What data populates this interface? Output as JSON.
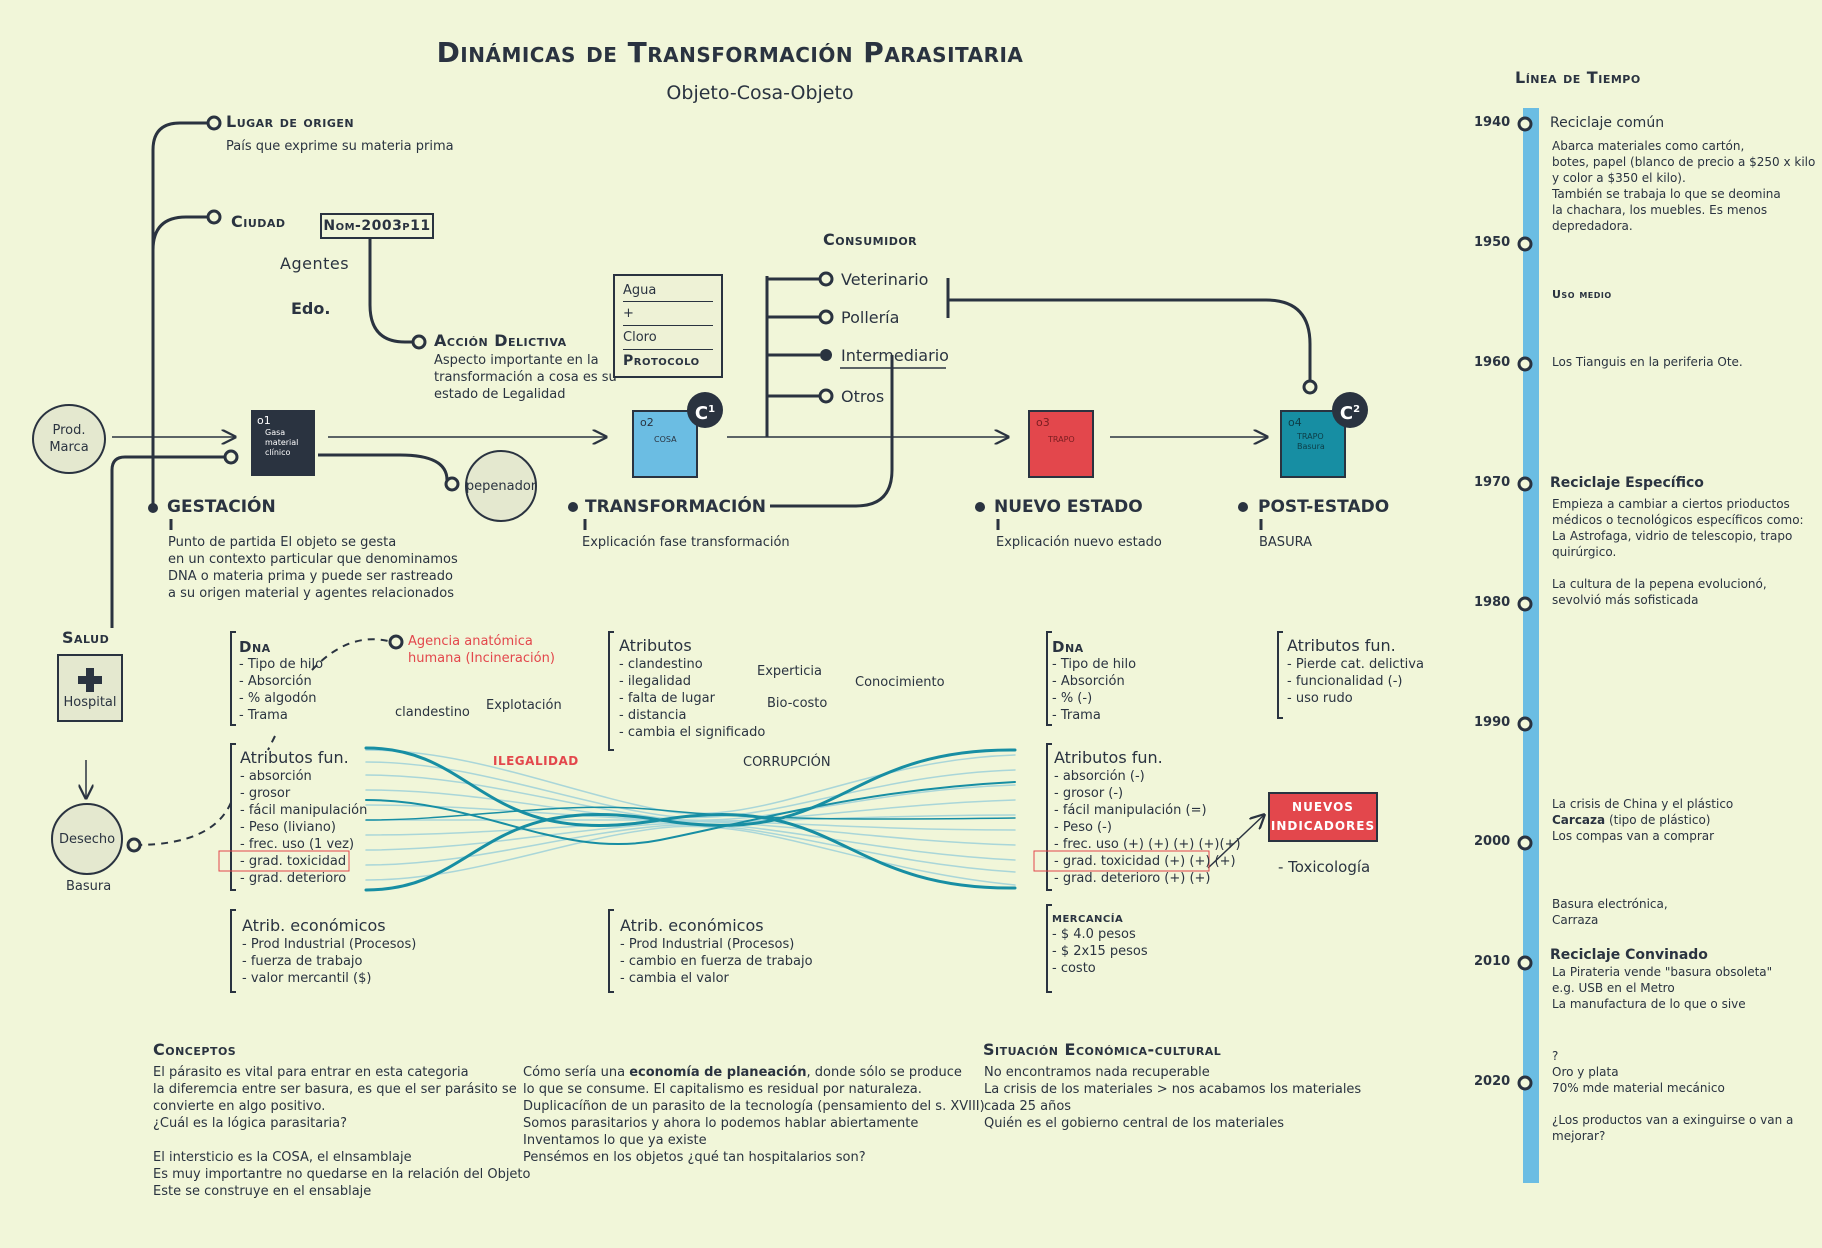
{
  "header": {
    "title": "Dinámicas de Transformación Parasitaria",
    "subtitle": "Objeto-Cosa-Objeto"
  },
  "origins": {
    "lugar_title": "Lugar de origen",
    "lugar_desc": "País que exprime su materia prima",
    "ciudad": "Ciudad",
    "agentes": "Agentes",
    "edo": "Edo.",
    "nom": "Nom-2003p11",
    "accion_title": "Acción Delictiva",
    "accion_desc": "Aspecto importante en la\ntransformación a cosa es su\nestado de Legalidad"
  },
  "protocol": {
    "l1": "Agua",
    "l2": "+",
    "l3": "Cloro",
    "l4": "Protocolo"
  },
  "consumidor": {
    "title": "Consumidor",
    "items": [
      "Veterinario",
      "Pollería",
      "Intermediario",
      "Otros"
    ]
  },
  "nodes": {
    "prod": "Prod.\nMarca",
    "o1_code": "o1",
    "o1_label": "Gasa\nmaterial\nclínico",
    "o2_code": "o2",
    "o2_label": "COSA",
    "c1": "C",
    "c1_sup": "1",
    "o3_code": "o3",
    "o3_label": "TRAPO",
    "o4_code": "o4",
    "o4_label": "TRAPO\nBasura",
    "c2": "C",
    "c2_sup": "2",
    "pepenador": "pepenador"
  },
  "stages": [
    {
      "title": "GESTACIÓN",
      "desc": "Punto de partida El objeto se gesta\nen un contexto particular que denominamos\nDNA o materia prima y puede ser rastreado\na su origen material y agentes relacionados"
    },
    {
      "title": "TRANSFORMACIÓN",
      "desc": "Explicación fase transformación"
    },
    {
      "title": "NUEVO ESTADO",
      "desc": "Explicación nuevo estado"
    },
    {
      "title": "POST-ESTADO",
      "desc": "BASURA"
    }
  ],
  "salud": {
    "title": "Salud",
    "hospital": "Hospital",
    "desecho": "Desecho",
    "basura": "Basura"
  },
  "dna_left": {
    "title": "Dna",
    "items": [
      "- Tipo de hilo",
      "- Absorción",
      "- % algodón",
      "- Trama"
    ]
  },
  "agencia": "Agencia anatómica\nhumana (Incineración)",
  "floating": {
    "clandestino": "clandestino",
    "explotacion": "Explotación",
    "experticia": "Experticia",
    "biocosto": "Bio-costo",
    "conocimiento": "Conocimiento",
    "ilegalidad": "ILEGALIDAD",
    "corrupcion": "CORRUPCIÓN"
  },
  "atributos_mid": {
    "title": "Atributos",
    "items": [
      "- clandestino",
      "- ilegalidad",
      "- falta de lugar",
      "- distancia",
      "- cambia el  significado"
    ]
  },
  "dna_right": {
    "title": "Dna",
    "items": [
      "- Tipo de hilo",
      "- Absorción",
      "- % (-)",
      "- Trama"
    ]
  },
  "atrib_fun_far": {
    "title": "Atributos fun.",
    "items": [
      "- Pierde cat. delictiva",
      "- funcionalidad (-)",
      "- uso rudo"
    ]
  },
  "atrib_fun_left": {
    "title": "Atributos fun.",
    "items": [
      "- absorción",
      "- grosor",
      "- fácil manipulación",
      "- Peso (liviano)",
      "- frec. uso (1 vez)",
      "- grad. toxicidad",
      "- grad. deterioro"
    ]
  },
  "atrib_fun_right": {
    "title": "Atributos fun.",
    "items": [
      "- absorción  (-)",
      "- grosor (-)",
      "- fácil manipulación (=)",
      "- Peso (-)",
      "- frec. uso (+) (+) (+) (+)(+)",
      "- grad. toxicidad (+) (+) (+)",
      "- grad. deterioro (+) (+)"
    ]
  },
  "nuevos": {
    "label": "NUEVOS\nINDICADORES",
    "toxicologia": "- Toxicología"
  },
  "econ_left": {
    "title": "Atrib. económicos",
    "items": [
      "- Prod Industrial (Procesos)",
      "- fuerza de trabajo",
      "- valor mercantil ($)"
    ]
  },
  "econ_mid": {
    "title": "Atrib. económicos",
    "items": [
      "- Prod Industrial (Procesos)",
      "- cambio en fuerza de trabajo",
      "- cambia el valor"
    ]
  },
  "mercancia": {
    "title": "mercancía",
    "items": [
      "- $ 4.0 pesos",
      "- $ 2x15 pesos",
      "- costo"
    ]
  },
  "conceptos": {
    "title": "Conceptos",
    "col1": "El párasito es vital para entrar en esta categoria\nla diferemcia entre ser basura, es que el ser parásito se\nconvierte en algo positivo.\n¿Cuál es la lógica parasitaria?\n\nEl intersticio es la COSA, el elnsamblaje\nEs muy importantre no quedarse en la relación del Objeto\nEste se construye en el ensablaje",
    "col2_pre": "Cómo sería una ",
    "col2_bold": "economía de planeación",
    "col2_post": ", donde sólo se  produce",
    "col2_rest": "lo que se consume. El capitalismo es residual por naturaleza.\nDuplicacíñon de un parasito de la tecnología (pensamiento del s. XVIII)\nSomos parasitarios y ahora lo podemos hablar abiertamente\nInventamos lo que ya existe\nPensémos en los objetos ¿qué tan hospitalarios son?"
  },
  "situacion": {
    "title": "Situación Económica-cultural",
    "text": "No encontramos nada recuperable\nLa crisis de los materiales > nos acabamos los materiales\ncada 25 años\nQuién es el gobierno central de los materiales"
  },
  "timeline": {
    "title": "Línea de Tiempo",
    "years": [
      "1940",
      "1950",
      "1960",
      "1970",
      "1980",
      "1990",
      "2000",
      "2010",
      "2020"
    ],
    "e1940_title": "Reciclaje común",
    "e1940_text": "Abarca materiales como cartón,\nbotes, papel (blanco de precio a $250 x kilo\ny color a $350 el kilo).\nTambién se trabaja lo que se deomina\nla chachara, los muebles. Es menos\ndepredadora.",
    "e1950": "Uso medio",
    "e1960": "Los Tianguis en la periferia Ote.",
    "e1970_title": "Reciclaje Específico",
    "e1970_text": "Empieza a cambiar a ciertos prioductos\nmédicos o tecnológicos específicos como:\nLa Astrofaga, vidrio de telescopio, trapo\nquirúrgico.\n\nLa cultura de la pepena evolucionó,\nsevolvió más sofisticada",
    "e2000_a": "La crisis de China y el plástico",
    "e2000_b1": "Carcaza",
    "e2000_b2": " (tipo de plástico)",
    "e2000_c": "Los compas van a comprar",
    "e2005": "Basura electrónica,\nCarraza",
    "e2010_title": "Reciclaje Convinado",
    "e2010_text": "La Pirateria vende \"basura obsoleta\"\ne.g. USB en el Metro\nLa manufactura de lo que o sive",
    "e2020": "?\nOro y plata\n70% mde material mecánico\n\n¿Los productos van a exinguirse o van a\nmejorar?"
  },
  "colors": {
    "background": "#f1f6d9",
    "navy": "#2a3340",
    "blue": "#6bbde3",
    "red": "#e3474c",
    "teal": "#178ea3",
    "timeline": "#6bbde3"
  }
}
